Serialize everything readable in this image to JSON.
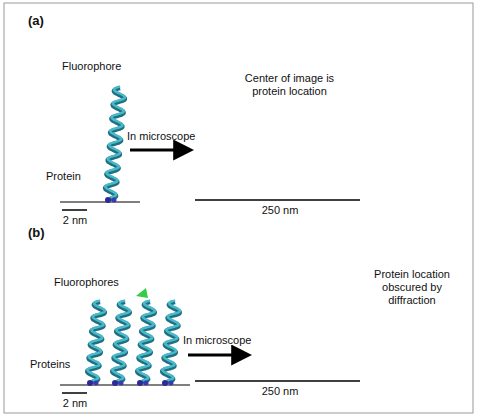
{
  "diagram": {
    "labels": [
      "(a)",
      "Fluorophore",
      "In microscope",
      "Center of image is protein location",
      "Protein",
      "2 nm",
      "250 nm",
      "(b)",
      "Fluorophores",
      "In microscope",
      "Protein location obscured by diffraction",
      "Proteins",
      "2 nm",
      "250 nm"
    ]
  }
}
